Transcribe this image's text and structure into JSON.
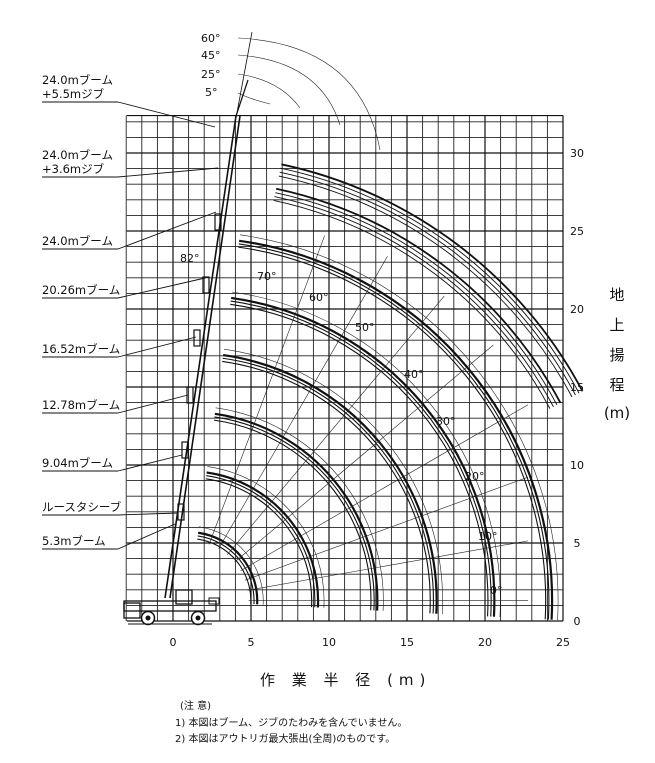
{
  "chart_data": {
    "type": "diagram",
    "xlabel": "作 業 半 径  (m)",
    "ylabel_chars": [
      "地",
      "上",
      "揚",
      "程"
    ],
    "ylabel_unit": "(m)",
    "xlim": [
      -3,
      25
    ],
    "ylim": [
      0,
      33
    ],
    "x_ticks": [
      "0",
      "5",
      "10",
      "15",
      "20",
      "25"
    ],
    "x_tick_values": [
      0,
      5,
      10,
      15,
      20,
      25
    ],
    "y_ticks": [
      "0",
      "5",
      "10",
      "15",
      "20",
      "25",
      "30"
    ],
    "y_tick_values": [
      0,
      5,
      10,
      15,
      20,
      25,
      30
    ],
    "boom_labels": [
      {
        "text": "24.0mブーム\n+5.5mジブ",
        "lines": [
          "24.0mブーム",
          "+5.5mジブ"
        ]
      },
      {
        "text": "24.0mブーム\n+3.6mジブ",
        "lines": [
          "24.0mブーム",
          "+3.6mジブ"
        ]
      },
      {
        "text": "24.0mブーム",
        "lines": [
          "24.0mブーム"
        ]
      },
      {
        "text": "20.26mブーム",
        "lines": [
          "20.26mブーム"
        ]
      },
      {
        "text": "16.52mブーム",
        "lines": [
          "16.52mブーム"
        ]
      },
      {
        "text": "12.78mブーム",
        "lines": [
          "12.78mブーム"
        ]
      },
      {
        "text": "9.04mブーム",
        "lines": [
          "9.04mブーム"
        ]
      },
      {
        "text": "ルースタシーブ",
        "lines": [
          "ルースタシーブ"
        ]
      },
      {
        "text": "5.3mブーム",
        "lines": [
          "5.3mブーム"
        ]
      }
    ],
    "boom_radii_m": [
      23.3,
      19.6,
      15.9,
      12.1,
      8.3,
      4.4
    ],
    "boom_angle_labels": [
      "82°",
      "70°",
      "60°",
      "50°",
      "40°",
      "30°",
      "20°",
      "10°",
      "0°"
    ],
    "boom_angles_deg": [
      82,
      70,
      60,
      50,
      40,
      30,
      20,
      10,
      0
    ],
    "jib_offset_labels": [
      "60°",
      "45°",
      "25°",
      "5°"
    ],
    "notes_title": "(注 意)",
    "notes": [
      "1)  本図はブーム、ジブのたわみを含んでいません。",
      "2)  本図はアウトリガ最大張出(全周)のものです。"
    ]
  }
}
